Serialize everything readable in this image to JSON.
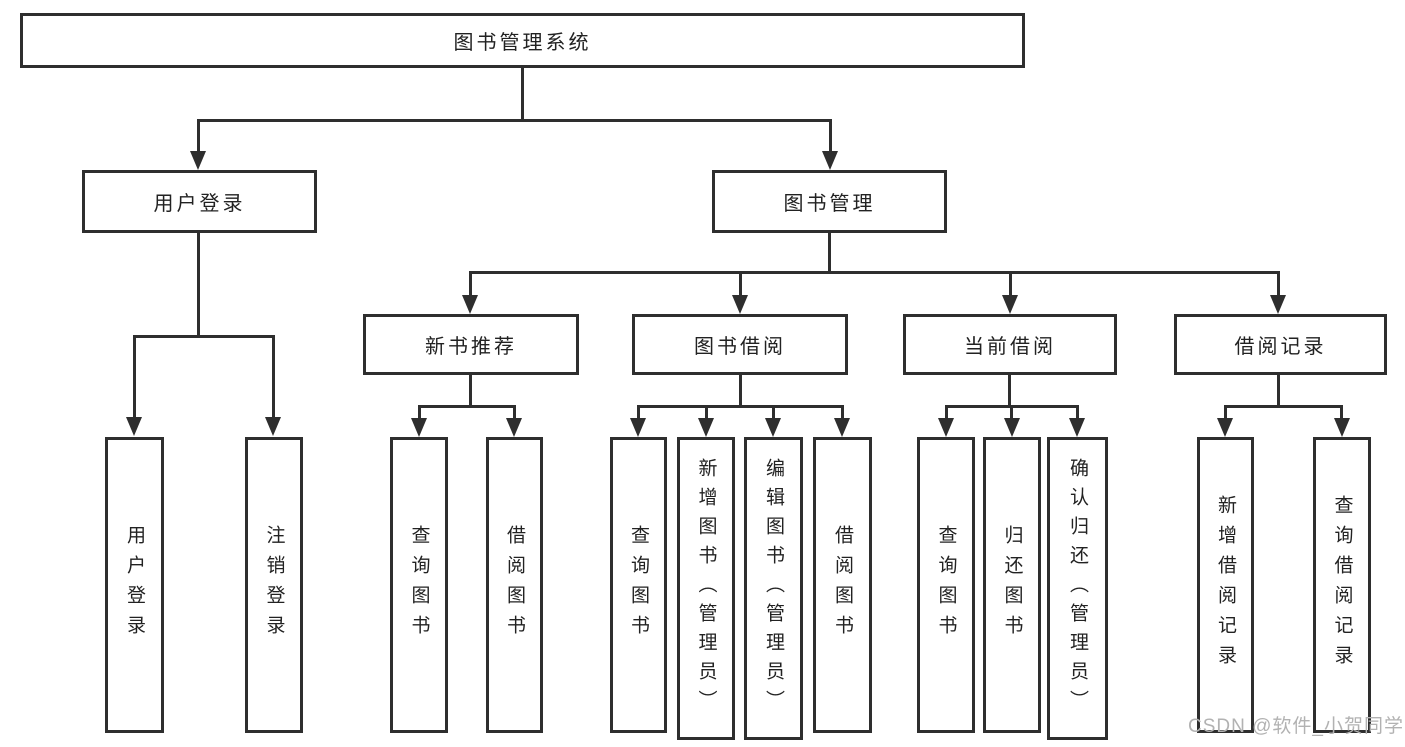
{
  "root": {
    "label": "图书管理系统"
  },
  "level2": [
    {
      "label": "用户登录"
    },
    {
      "label": "图书管理"
    }
  ],
  "level3": [
    {
      "label": "新书推荐"
    },
    {
      "label": "图书借阅"
    },
    {
      "label": "当前借阅"
    },
    {
      "label": "借阅记录"
    }
  ],
  "leaves": [
    {
      "label": "用户登录"
    },
    {
      "label": "注销登录"
    },
    {
      "label": "查询图书"
    },
    {
      "label": "借阅图书"
    },
    {
      "label": "查询图书"
    },
    {
      "label": "新增图书（管理员）"
    },
    {
      "label": "编辑图书（管理员）"
    },
    {
      "label": "借阅图书"
    },
    {
      "label": "查询图书"
    },
    {
      "label": "归还图书"
    },
    {
      "label": "确认归还（管理员）"
    },
    {
      "label": "新增借阅记录"
    },
    {
      "label": "查询借阅记录"
    }
  ],
  "watermark": "CSDN @软件_小贺同学",
  "colors": {
    "line": "#2e2e2e",
    "text": "#222222",
    "watermark": "#b2b2b2",
    "background": "#ffffff"
  }
}
